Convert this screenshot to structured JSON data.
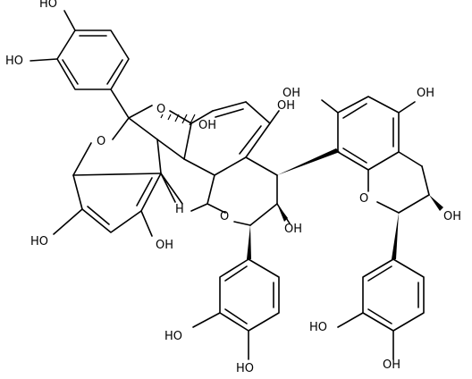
{
  "structure": {
    "atom_labels": {
      "oh_catechol_a_top": "HO",
      "oh_catechol_a_left": "HO",
      "o_spiro_bridge": "O",
      "o_ring_left": "O",
      "oh_bridge": "OH",
      "oh_enone": "OH",
      "oh_right_top_left": "OH",
      "oh_right_top_right": "OH",
      "h_ring_junction": "H",
      "oh_left_ring_bottom_left": "HO",
      "oh_left_ring_bottom_right": "OH",
      "o_ring_middle": "O",
      "oh_middle_c3": "OH",
      "o_ring_right": "O",
      "oh_right_c3": "OH",
      "oh_catechol_b_left": "HO",
      "oh_catechol_b_bottom": "HO",
      "oh_catechol_c_left": "HO",
      "oh_catechol_c_bottom": "OH"
    }
  }
}
